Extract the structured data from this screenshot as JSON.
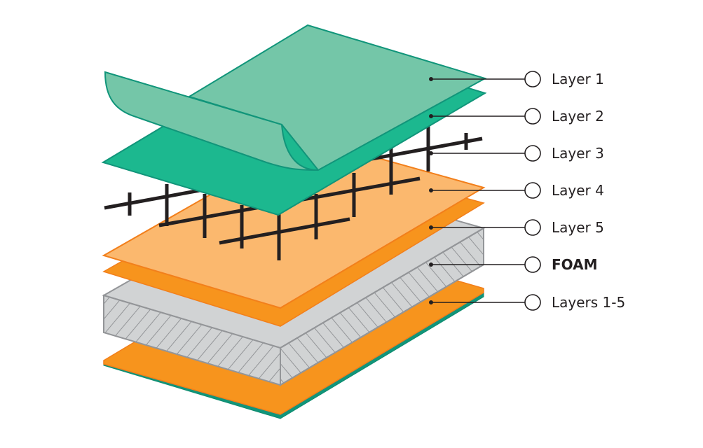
{
  "title": "Layered composite panel diagram",
  "labels": [
    {
      "text": "Layer 1",
      "bold": false
    },
    {
      "text": "Layer 2",
      "bold": false
    },
    {
      "text": "Layer 3",
      "bold": false
    },
    {
      "text": "Layer 4",
      "bold": false
    },
    {
      "text": "Layer 5",
      "bold": false
    },
    {
      "text": "FOAM",
      "bold": true
    },
    {
      "text": "Layers 1-5",
      "bold": false
    }
  ],
  "colors": {
    "light_green": "#74c6a8",
    "green": "#1cb88f",
    "green_stroke": "#11957a",
    "light_orange": "#fbb86e",
    "orange": "#f7941d",
    "orange_stroke": "#f27f1b",
    "foam": "#d1d3d4",
    "foam_stroke": "#939598",
    "mesh": "#231f20"
  }
}
